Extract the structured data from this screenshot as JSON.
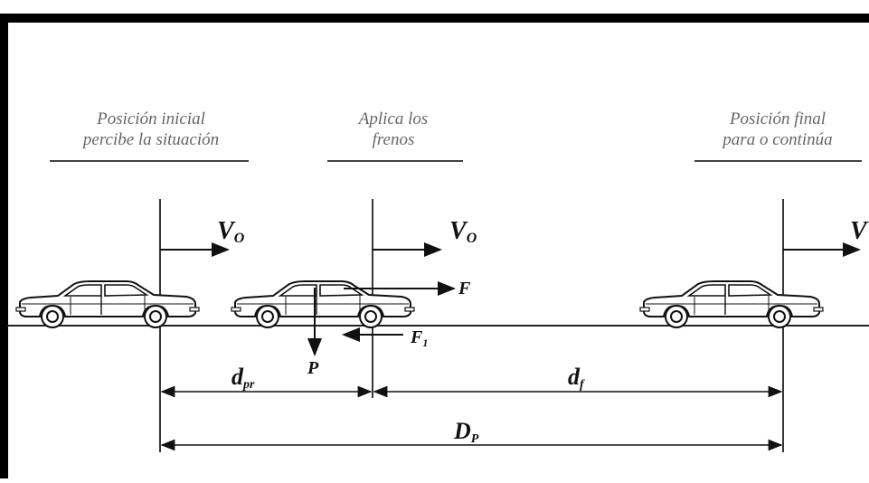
{
  "captions": {
    "initial_line1": "Posición inicial",
    "initial_line2": "percibe la situación",
    "brake_line1": "Aplica los",
    "brake_line2": "frenos",
    "final_line1": "Posición final",
    "final_line2": "para o continúa"
  },
  "symbols": {
    "v0_first": "V",
    "v0_first_sub": "O",
    "v0_second": "V",
    "v0_second_sub": "O",
    "vf_partial": "V",
    "force_f": "F",
    "force_f1": "F",
    "force_f1_sub": "1",
    "weight_p": "P",
    "dpr": "d",
    "dpr_sub": "pr",
    "df": "d",
    "df_sub": "f",
    "dp": "D",
    "dp_sub": "P"
  }
}
